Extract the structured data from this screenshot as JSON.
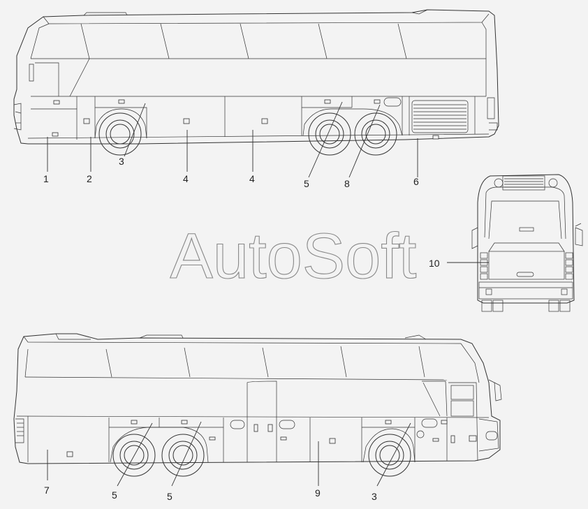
{
  "watermark": "AutoSoft",
  "top_view_callouts": [
    "1",
    "2",
    "3",
    "4",
    "4",
    "5",
    "8",
    "6"
  ],
  "rear_view_callouts": [
    "10"
  ],
  "bottom_view_callouts": [
    "7",
    "5",
    "5",
    "9",
    "3"
  ]
}
